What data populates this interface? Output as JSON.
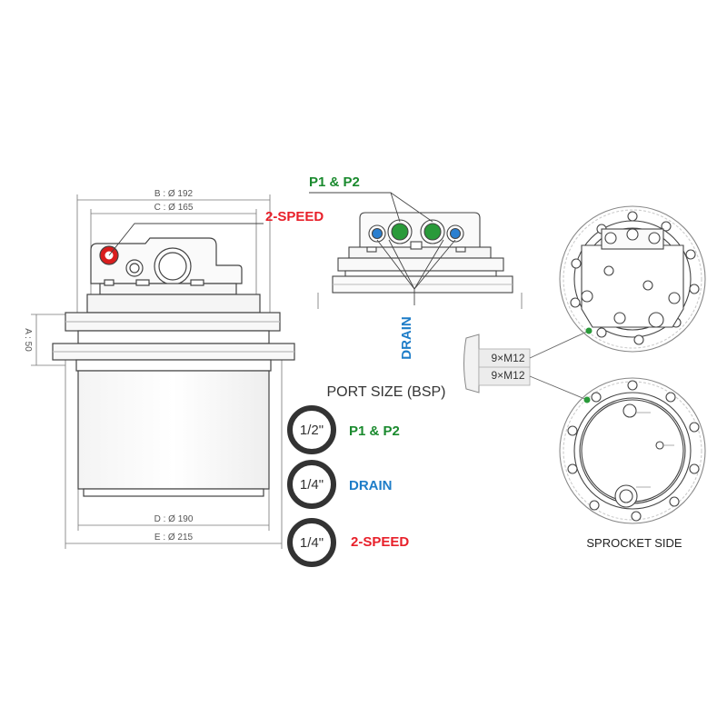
{
  "colors": {
    "red": "#e8202a",
    "green": "#1a8a2e",
    "blue": "#1e7dc8",
    "line": "#444444",
    "light": "#d8d8d8",
    "port_green": "#2a9a3a",
    "port_blue": "#2a7fd0",
    "port_red": "#d91e1e"
  },
  "dimensions": {
    "b": "B : Ø 192",
    "c": "C : Ø 165",
    "a": "A : 50",
    "d": "D : Ø 190",
    "e": "E : Ø 215"
  },
  "callouts": {
    "two_speed": "2-SPEED",
    "p1p2": "P1 & P2",
    "drain": "DRAIN"
  },
  "bolts": {
    "top": "9×M12",
    "bottom": "9×M12"
  },
  "port_size": {
    "title": "PORT SIZE (BSP)",
    "rows": [
      {
        "size": "1/2\"",
        "label": "P1 & P2",
        "color": "green"
      },
      {
        "size": "1/4\"",
        "label": "DRAIN",
        "color": "blue"
      },
      {
        "size": "1/4\"",
        "label": "2-SPEED",
        "color": "red"
      }
    ]
  },
  "sprocket_label": "SPROCKET SIDE"
}
